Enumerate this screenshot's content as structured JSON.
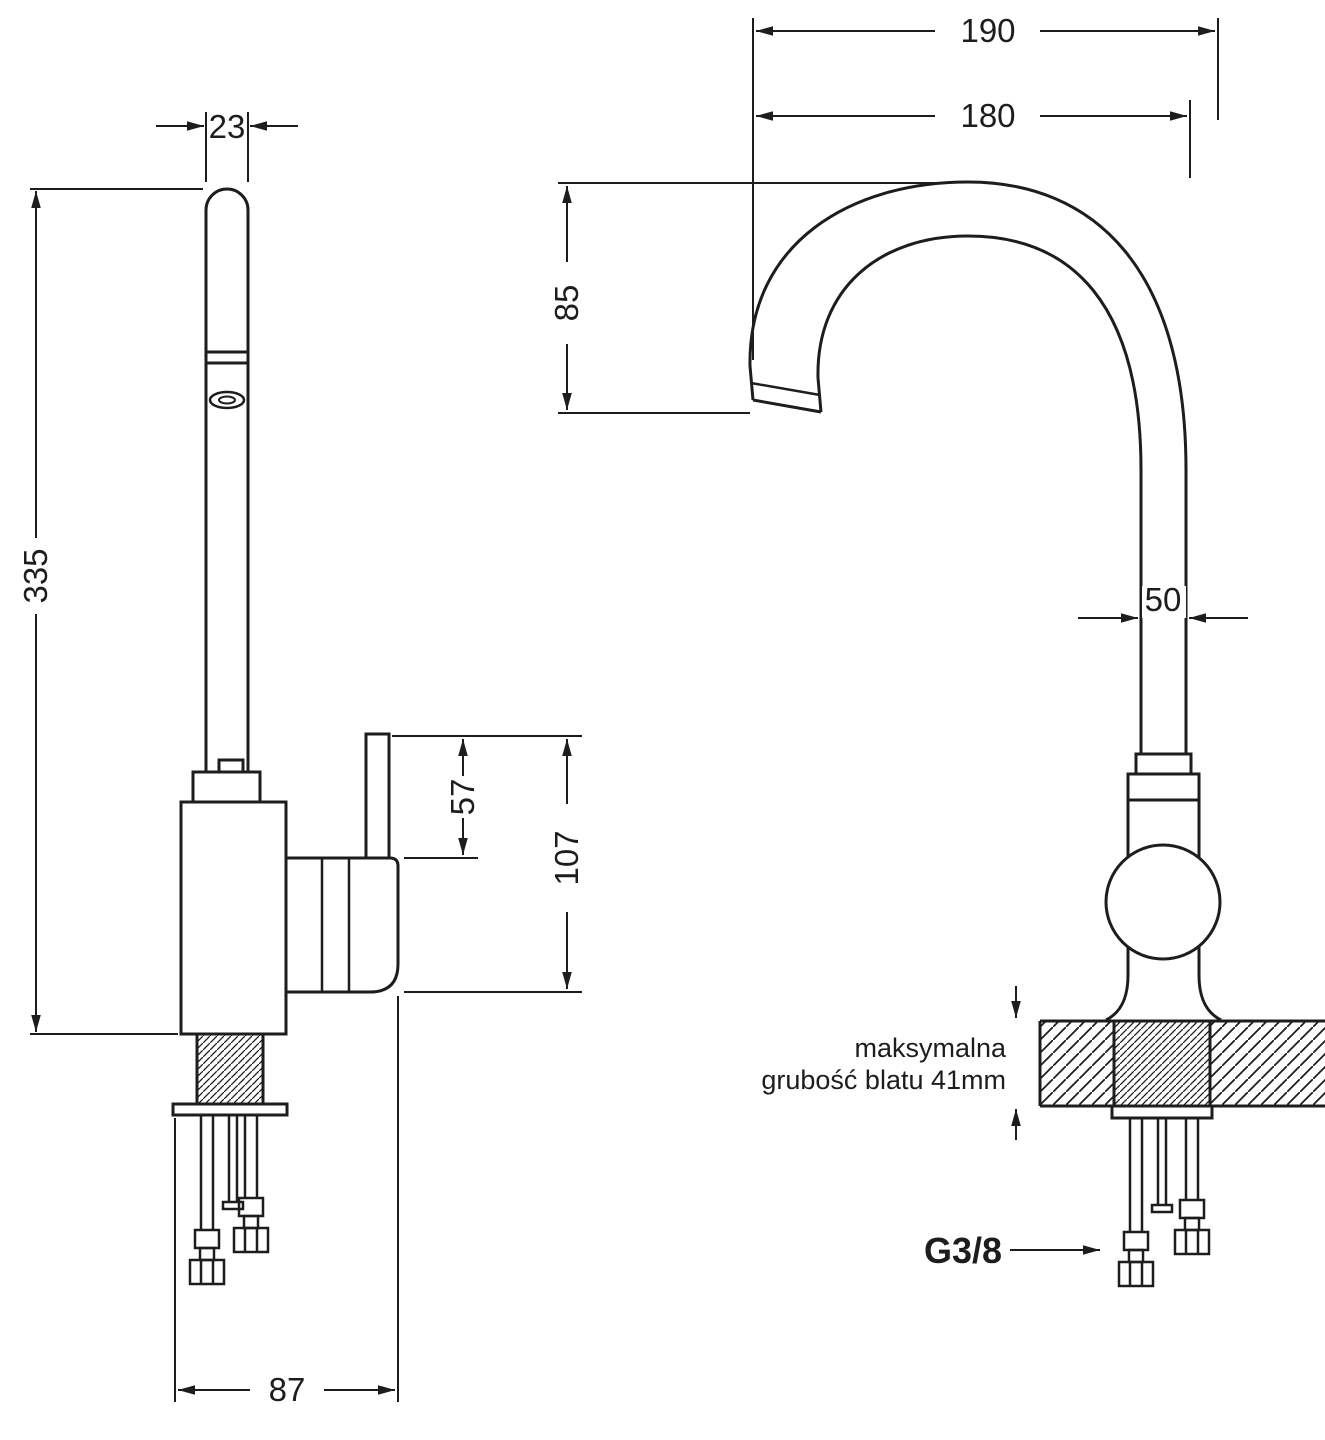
{
  "meta": {
    "type": "technical-drawing",
    "subject": "kitchen faucet dimensional diagram, side view and front view",
    "line_color": "#1d1d1b",
    "background_color": "#ffffff"
  },
  "side_view": {
    "dim_spout_diameter": "23",
    "dim_total_height": "335",
    "dim_handle_height": "57",
    "dim_body_height": "107",
    "dim_base_depth": "87"
  },
  "front_view": {
    "dim_overall_reach": "190",
    "dim_spout_reach": "180",
    "dim_spout_clearance": "85",
    "dim_pipe_width": "50",
    "counter_note_line1": "maksymalna",
    "counter_note_line2": "grubość blatu 41mm",
    "thread_size": "G3/8"
  }
}
